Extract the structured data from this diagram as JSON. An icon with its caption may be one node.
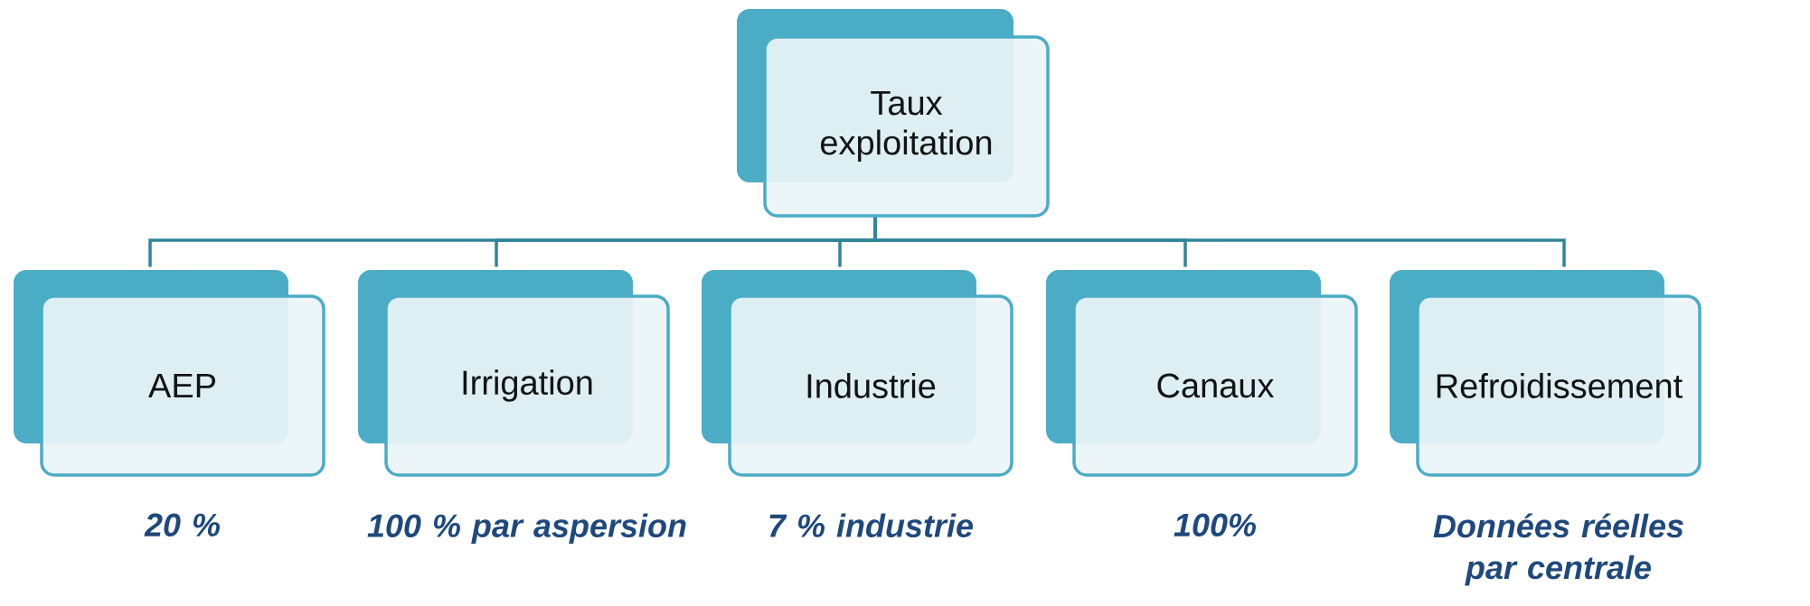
{
  "diagram": {
    "nodes": [
      {
        "text": [
          "Taux exploitation"
        ]
      },
      {
        "text": [
          "AEP"
        ],
        "beside": [
          "20 %"
        ]
      },
      {
        "text": [
          "Irrigation"
        ],
        "beside": [
          "100 % par aspersion"
        ]
      },
      {
        "text": [
          "Industrie"
        ],
        "beside": [
          "7 % industrie"
        ]
      },
      {
        "text": [
          "Canaux"
        ],
        "beside": [
          "100%"
        ]
      },
      {
        "text": [
          "Refroidissement"
        ],
        "beside": [
          "Données réelles par centrale"
        ]
      }
    ],
    "edges": [
      {
        "from": 0,
        "to": 1,
        "arrow": "none"
      },
      {
        "from": 0,
        "to": 2,
        "arrow": "none"
      },
      {
        "from": 0,
        "to": 3,
        "arrow": "none"
      },
      {
        "from": 0,
        "to": 4,
        "arrow": "none"
      },
      {
        "from": 0,
        "to": 5,
        "arrow": "none"
      }
    ]
  }
}
